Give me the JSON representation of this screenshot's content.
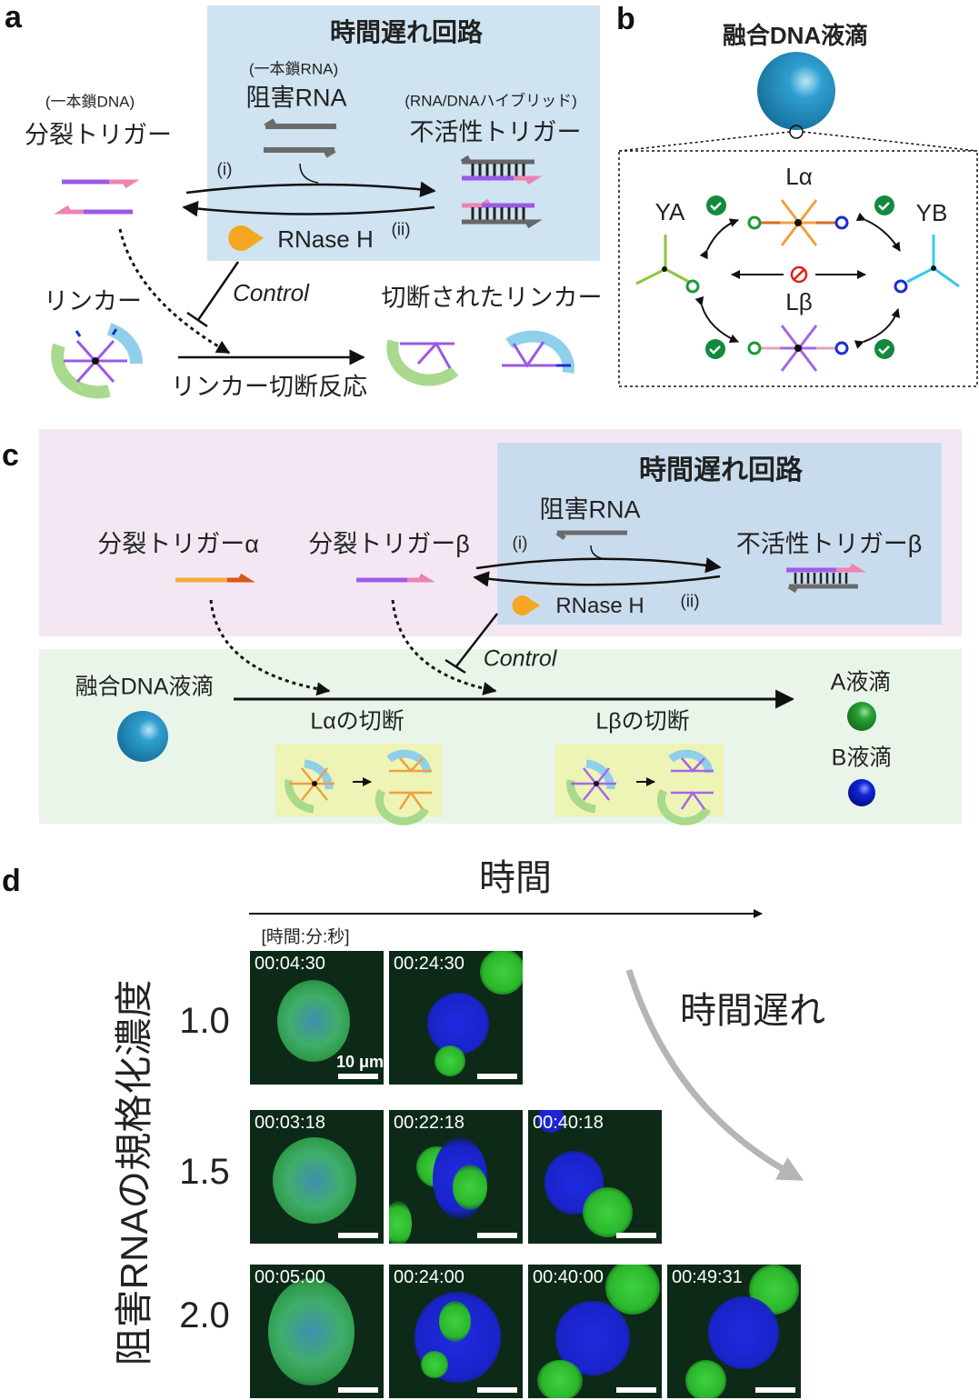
{
  "panel_a": {
    "label": "a",
    "circuit_title": "時間遅れ回路",
    "inhibitor_rna_sub": "(一本鎖RNA)",
    "inhibitor_rna": "阻害RNA",
    "hybrid_sub": "(RNA/DNAハイブリッド)",
    "inactive_trigger": "不活性トリガー",
    "dna_sub": "(一本鎖DNA)",
    "split_trigger": "分裂トリガー",
    "step_i": "(i)",
    "step_ii": "(ii)",
    "rnase": "RNase H",
    "control": "Control",
    "linker": "リンカー",
    "linker_reaction": "リンカー切断反応",
    "cut_linker": "切断されたリンカー"
  },
  "panel_b": {
    "label": "b",
    "title": "融合DNA液滴",
    "l_alpha": "Lα",
    "l_beta": "Lβ",
    "ya": "YA",
    "yb": "YB"
  },
  "panel_c": {
    "label": "c",
    "circuit_title": "時間遅れ回路",
    "inhibitor_rna": "阻害RNA",
    "trigger_alpha": "分裂トリガーα",
    "trigger_beta": "分裂トリガーβ",
    "inactive_trigger_beta": "不活性トリガーβ",
    "step_i": "(i)",
    "step_ii": "(ii)",
    "rnase": "RNase H",
    "control": "Control",
    "fused_droplet": "融合DNA液滴",
    "cut_alpha": "Lαの切断",
    "cut_beta": "Lβの切断",
    "droplet_a": "A液滴",
    "droplet_b": "B液滴"
  },
  "panel_d": {
    "label": "d",
    "time_axis": "時間",
    "time_format": "[時間:分:秒]",
    "delay_label": "時間遅れ",
    "y_axis": "阻害RNAの規格化濃度",
    "scale_bar": "10 μm",
    "rows": [
      {
        "conc": "1.0",
        "times": [
          "00:04:30",
          "00:24:30"
        ]
      },
      {
        "conc": "1.5",
        "times": [
          "00:03:18",
          "00:22:18",
          "00:40:18"
        ]
      },
      {
        "conc": "2.0",
        "times": [
          "00:05:00",
          "00:24:00",
          "00:40:00",
          "00:49:31"
        ]
      }
    ]
  },
  "colors": {
    "circuit_box": "#cfe3f0",
    "pink_box": "#f4e7f4",
    "green_box": "#e9f5e8",
    "yellow_box": "#eef3b6",
    "rnase": "#f5a623",
    "droplet": "#1f86b8"
  }
}
